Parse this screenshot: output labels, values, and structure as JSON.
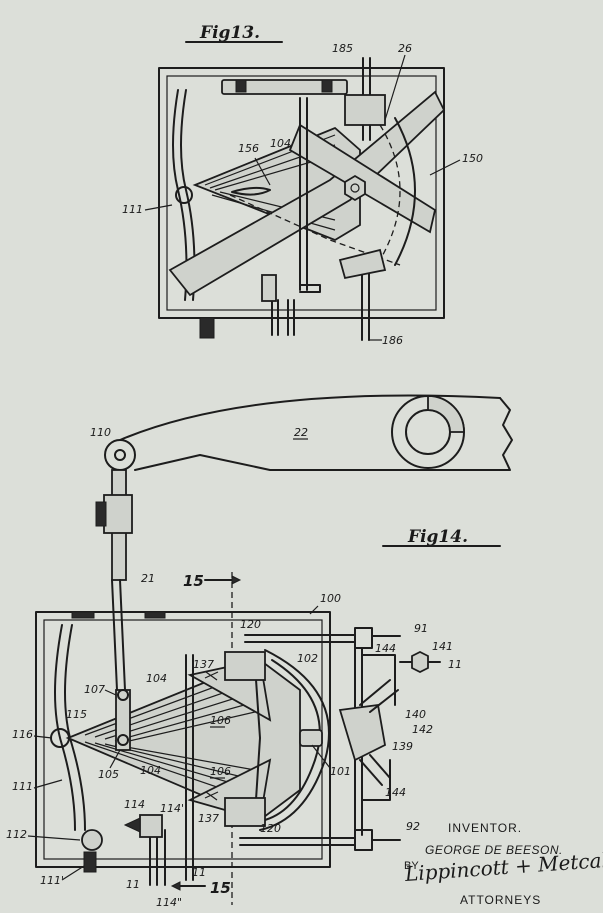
{
  "figures": [
    {
      "id": "fig13",
      "title": "Fig13."
    },
    {
      "id": "fig14",
      "title": "Fig14."
    }
  ],
  "fig13_labels": {
    "l185": "185",
    "l26": "26",
    "l104": "104",
    "l156": "156",
    "l150": "150",
    "l111": "111",
    "l186": "186"
  },
  "arm_labels": {
    "l110": "110",
    "l22": "22",
    "l21": "21"
  },
  "fig14_labels": {
    "l100": "100",
    "l120a": "120",
    "l91": "91",
    "l141": "141",
    "l11a": "11",
    "l144a": "144",
    "l102": "102",
    "l137a": "137",
    "l107": "107",
    "l104a": "104",
    "l115": "115",
    "l106a": "106",
    "l116": "116",
    "l140": "140",
    "l142": "142",
    "l139": "139",
    "l105": "105",
    "l104b": "104",
    "l106b": "106",
    "l101": "101",
    "l111": "111",
    "l144b": "144",
    "l114": "114",
    "l114p": "114'",
    "l137b": "137",
    "l120b": "120",
    "l92": "92",
    "l112": "112",
    "l11b": "11",
    "l111p": "111'",
    "l11c": "11",
    "l114pp": "114\""
  },
  "section_marks": {
    "top": "15",
    "bottom": "15"
  },
  "credits": {
    "inventor": "INVENTOR.",
    "inventor_name": "GEORGE DE BEESON.",
    "by": "BY",
    "attorney_signature": "Lippincott + Metcalf",
    "attorneys": "ATTORNEYS"
  }
}
